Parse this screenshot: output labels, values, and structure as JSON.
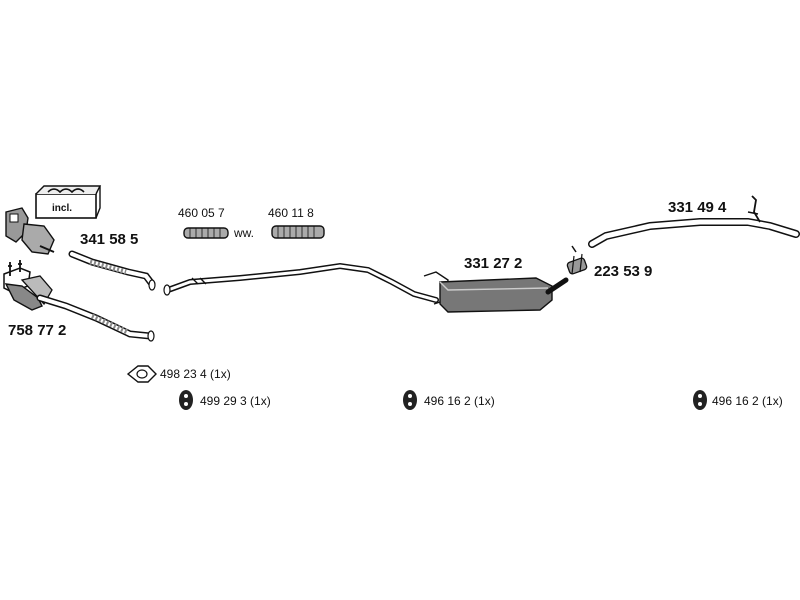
{
  "parts": {
    "catalyst_with_flex": "758 77 2",
    "front_pipe": "341 58 5",
    "flex_1": "460 05 7",
    "flex_2": "460 11 8",
    "flex_joiner": "ww.",
    "middle_silencer": "331 27 2",
    "clamp": "223 53 9",
    "tail_pipe": "331 49 4"
  },
  "kit_label": "incl.",
  "hardware": [
    {
      "code": "498 23 4 (1x)",
      "icon": "gasket-icon"
    },
    {
      "code": "499 29 3 (1x)",
      "icon": "rubber-hanger-icon"
    },
    {
      "code": "496 16 2 (1x)",
      "icon": "rubber-hanger-icon"
    },
    {
      "code": "496 16 2 (1x)",
      "icon": "rubber-hanger-icon"
    }
  ]
}
